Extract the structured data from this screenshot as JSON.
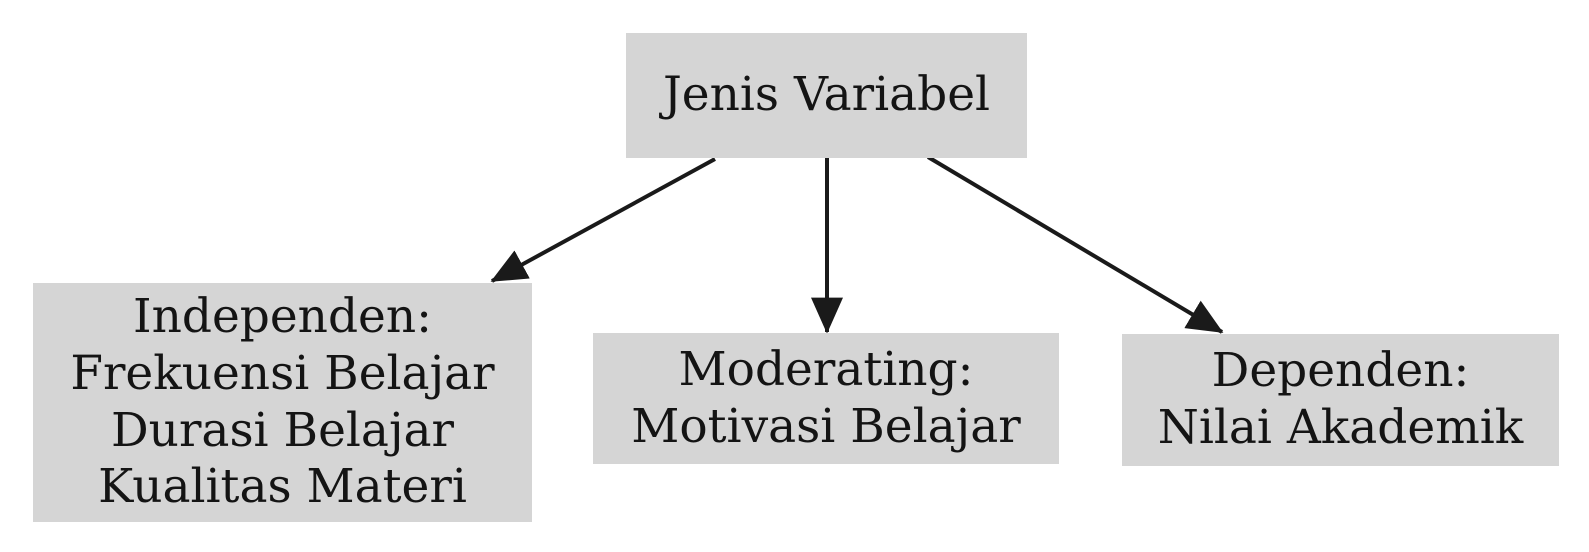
{
  "diagram": {
    "type": "flowchart",
    "background_color": "#ffffff",
    "node_fill_color": "#d5d5d5",
    "text_color": "#141414",
    "arrow_color": "#1a1a1a",
    "nodes": {
      "root": {
        "lines": [
          "Jenis Variabel"
        ]
      },
      "independen": {
        "lines": [
          "Independen:",
          "Frekuensi Belajar",
          "Durasi Belajar",
          "Kualitas Materi"
        ]
      },
      "moderating": {
        "lines": [
          "Moderating:",
          "Motivasi Belajar"
        ]
      },
      "dependen": {
        "lines": [
          "Dependen:",
          "Nilai Akademik"
        ]
      }
    },
    "edges": [
      {
        "from": "Jenis Variabel",
        "to": "Independen"
      },
      {
        "from": "Jenis Variabel",
        "to": "Moderating"
      },
      {
        "from": "Jenis Variabel",
        "to": "Dependen"
      }
    ]
  }
}
